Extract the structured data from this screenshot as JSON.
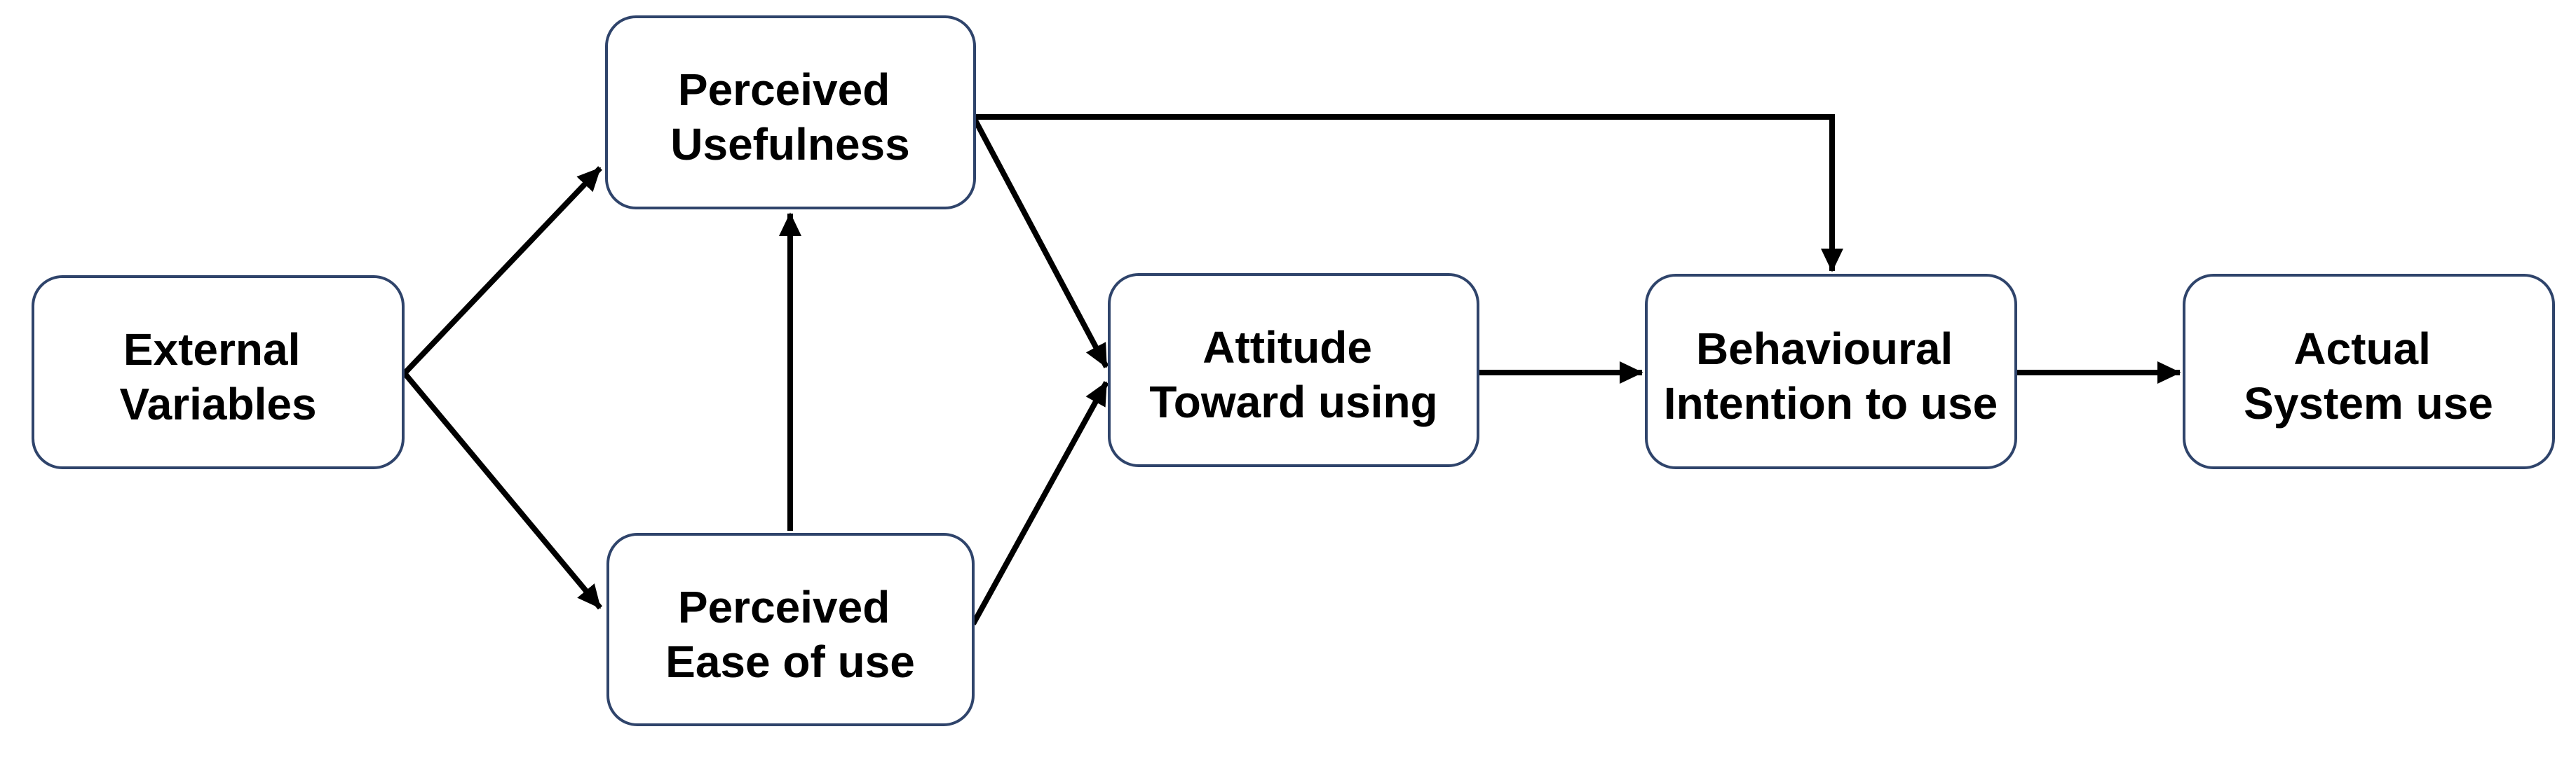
{
  "theme": {
    "background": "#ffffff",
    "box_fill": "#ffffff",
    "box_border_color": "#2f446b",
    "arrow_color": "#000000",
    "text_color": "#000000"
  },
  "nodes": [
    {
      "id": "external-variables",
      "line1": "External",
      "line2": "Variables"
    },
    {
      "id": "perceived-usefulness",
      "line1": "Perceived",
      "line2": "Usefulness"
    },
    {
      "id": "perceived-ease-of-use",
      "line1": "Perceived",
      "line2": "Ease of use"
    },
    {
      "id": "attitude-toward-using",
      "line1": "Attitude",
      "line2": "Toward using"
    },
    {
      "id": "behavioural-intention",
      "line1": "Behavioural",
      "line2": "Intention to use"
    },
    {
      "id": "actual-system-use",
      "line1": "Actual",
      "line2": "System use"
    }
  ],
  "edges": [
    {
      "from": "external-variables",
      "to": "perceived-usefulness"
    },
    {
      "from": "external-variables",
      "to": "perceived-ease-of-use"
    },
    {
      "from": "perceived-ease-of-use",
      "to": "perceived-usefulness"
    },
    {
      "from": "perceived-usefulness",
      "to": "behavioural-intention"
    },
    {
      "from": "perceived-usefulness",
      "to": "attitude-toward-using"
    },
    {
      "from": "perceived-ease-of-use",
      "to": "attitude-toward-using"
    },
    {
      "from": "attitude-toward-using",
      "to": "behavioural-intention"
    },
    {
      "from": "behavioural-intention",
      "to": "actual-system-use"
    }
  ]
}
